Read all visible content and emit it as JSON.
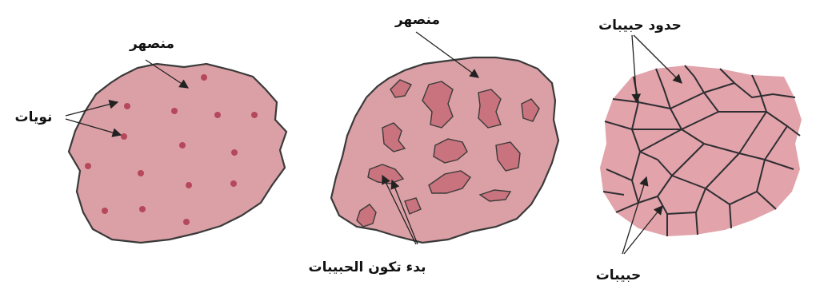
{
  "labels": {
    "melt_left": "منصهر",
    "nuclei": "نويات",
    "melt_middle": "منصهر",
    "grain_start": "بدء تكون الحبيبات",
    "grain_boundaries": "حدود حبيبات",
    "grains": "حبيبات"
  },
  "colors": {
    "melt_fill": "#dba0a6",
    "nucleus": "#b5485a",
    "grain_fill": "#c9737e",
    "outline": "#3a3a3a",
    "boundary": "#2e2e33",
    "right_fill": "#e2a3aa"
  }
}
